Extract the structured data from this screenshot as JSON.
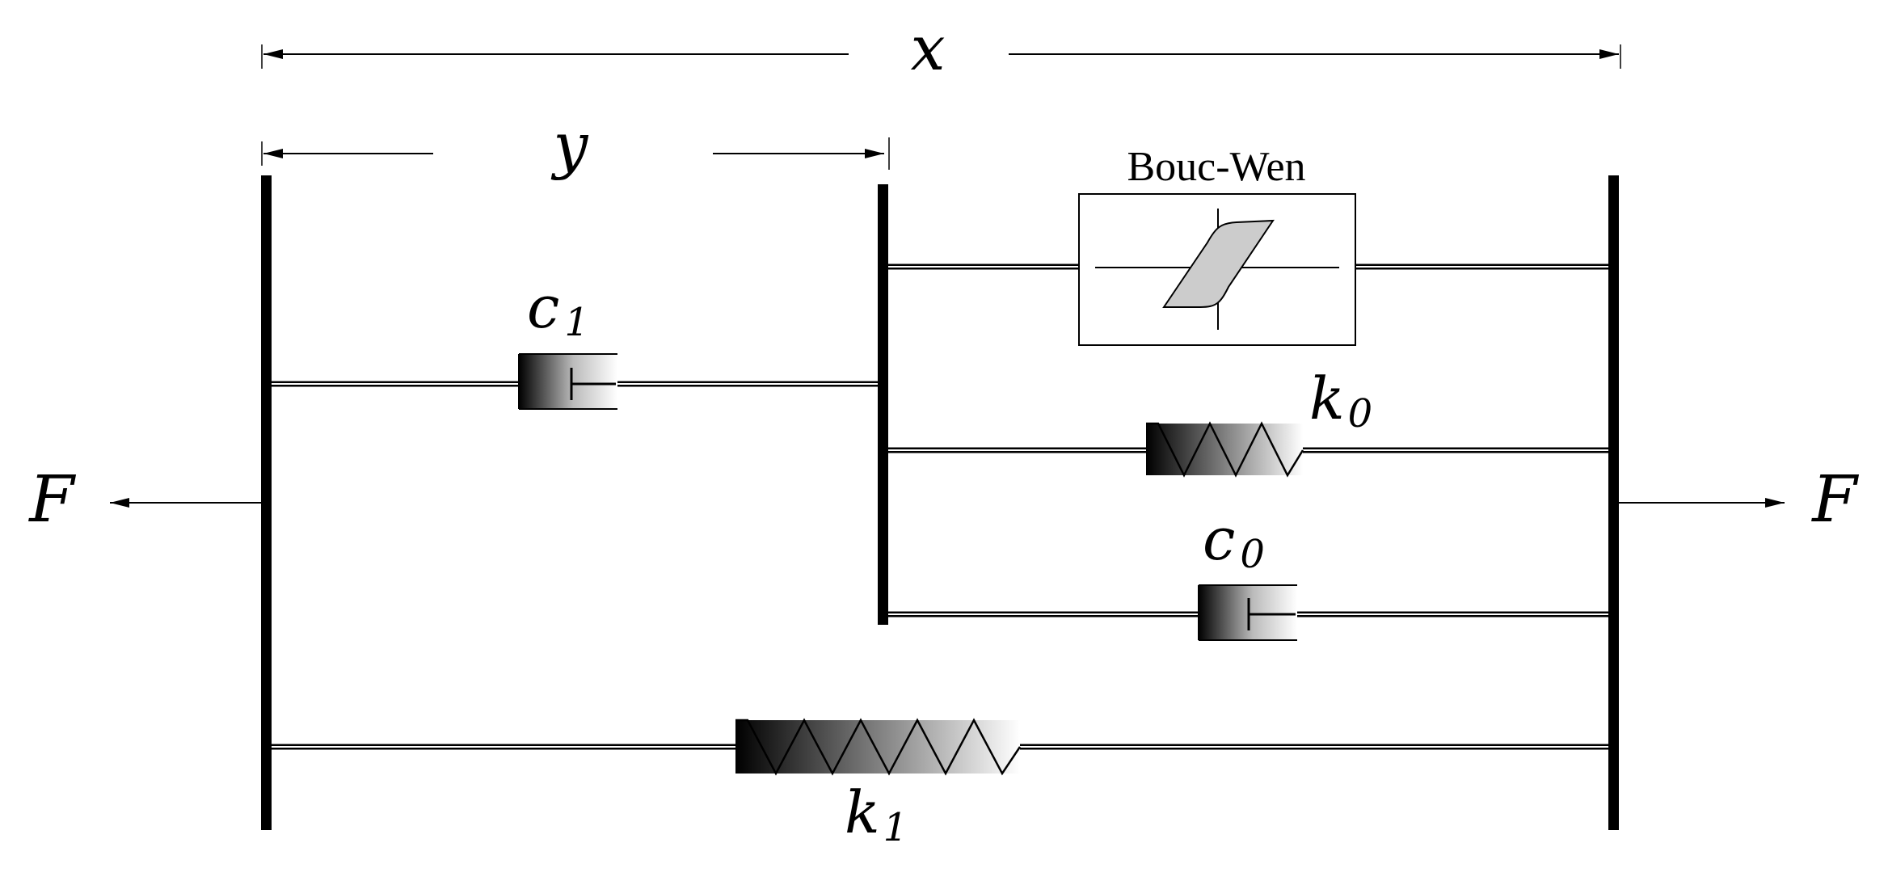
{
  "labels": {
    "x": "x",
    "y": "y",
    "force_left": "F",
    "force_right": "F",
    "bouc_wen": "Bouc-Wen",
    "c1": {
      "base": "c",
      "sub": "1"
    },
    "c0": {
      "base": "c",
      "sub": "0"
    },
    "k0": {
      "base": "k",
      "sub": "0"
    },
    "k1": {
      "base": "k",
      "sub": "1"
    }
  },
  "colors": {
    "line": "#000000",
    "hysteresis_fill": "#cccccc",
    "gradient_dark": "#000000",
    "gradient_light": "#ffffff"
  }
}
